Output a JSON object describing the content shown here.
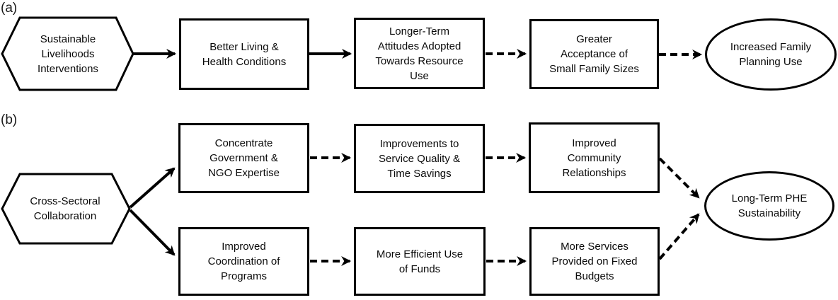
{
  "figure": {
    "background": "#ffffff",
    "stroke_color": "#000000",
    "text_color": "#0a0a0a"
  },
  "panel_a": {
    "label": "(a)",
    "hexagon": "Sustainable\nLivelihoods\nInterventions",
    "box1": "Better Living &\nHealth Conditions",
    "box2": "Longer-Term\nAttitudes Adopted\nTowards Resource\nUse",
    "box3": "Greater\nAcceptance of\nSmall Family Sizes",
    "ellipse": "Increased Family\nPlanning Use",
    "edges": [
      {
        "from": "Sustainable Livelihoods Interventions",
        "to": "Better Living & Health Conditions",
        "style": "solid"
      },
      {
        "from": "Better Living & Health Conditions",
        "to": "Longer-Term Attitudes Adopted Towards Resource Use",
        "style": "solid"
      },
      {
        "from": "Longer-Term Attitudes Adopted Towards Resource Use",
        "to": "Greater Acceptance of Small Family Sizes",
        "style": "dashed"
      },
      {
        "from": "Greater Acceptance of Small Family Sizes",
        "to": "Increased Family Planning Use",
        "style": "dashed"
      }
    ]
  },
  "panel_b": {
    "label": "(b)",
    "hexagon": "Cross-Sectoral\nCollaboration",
    "top_box1": "Concentrate\nGovernment &\nNGO Expertise",
    "top_box2": "Improvements to\nService Quality &\nTime Savings",
    "top_box3": "Improved\nCommunity\nRelationships",
    "bottom_box1": "Improved\nCoordination of\nPrograms",
    "bottom_box2": "More Efficient Use\nof Funds",
    "bottom_box3": "More Services\nProvided on Fixed\nBudgets",
    "ellipse": "Long-Term PHE\nSustainability",
    "edges": [
      {
        "from": "Cross-Sectoral Collaboration",
        "to": "Concentrate Government & NGO Expertise",
        "style": "solid"
      },
      {
        "from": "Cross-Sectoral Collaboration",
        "to": "Improved Coordination of Programs",
        "style": "solid"
      },
      {
        "from": "Concentrate Government & NGO Expertise",
        "to": "Improvements to Service Quality & Time Savings",
        "style": "dashed"
      },
      {
        "from": "Improvements to Service Quality & Time Savings",
        "to": "Improved Community Relationships",
        "style": "dashed"
      },
      {
        "from": "Improved Community Relationships",
        "to": "Long-Term PHE Sustainability",
        "style": "dashed"
      },
      {
        "from": "Improved Coordination of Programs",
        "to": "More Efficient Use of Funds",
        "style": "dashed"
      },
      {
        "from": "More Efficient Use of Funds",
        "to": "More Services Provided on Fixed Budgets",
        "style": "dashed"
      },
      {
        "from": "More Services Provided on Fixed Budgets",
        "to": "Long-Term PHE Sustainability",
        "style": "dashed"
      }
    ]
  }
}
